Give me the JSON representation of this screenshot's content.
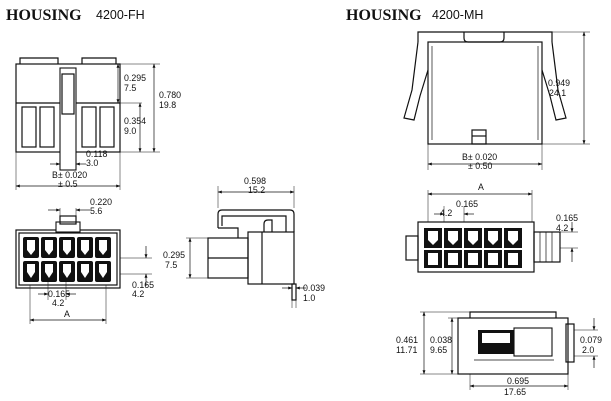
{
  "left": {
    "title": "HOUSING",
    "model": "4200-FH",
    "front_view": {
      "dim_top_in": "0.295",
      "dim_top_mm": "7.5",
      "dim_height_in": "0.780",
      "dim_height_mm": "19.8",
      "dim_mid_in": "0.354",
      "dim_mid_mm": "9.0",
      "dim_latch_in": "0.118",
      "dim_latch_mm": "3.0",
      "dim_width_in": "B± 0.020",
      "dim_width_mm": "± 0.5"
    },
    "bottom_view": {
      "dim_latch_in": "0.220",
      "dim_latch_mm": "5.6",
      "dim_pitch_in": "0.165",
      "dim_pitch_mm": "4.2",
      "dim_row_in": "0.165",
      "dim_row_mm": "4.2",
      "dim_a": "A"
    }
  },
  "middle": {
    "side_view": {
      "dim_length_in": "0.598",
      "dim_length_mm": "15.2",
      "dim_height_in": "0.295",
      "dim_height_mm": "7.5",
      "dim_pin_in": "0.039",
      "dim_pin_mm": "1.0"
    }
  },
  "right": {
    "title": "HOUSING",
    "model": "4200-MH",
    "front_view": {
      "dim_height_in": "0.949",
      "dim_height_mm": "24.1",
      "dim_width_in": "B± 0.020",
      "dim_width_mm": "± 0.50"
    },
    "top_view": {
      "dim_a": "A",
      "dim_pitch_in": "0.165",
      "dim_pitch_mm": "4.2",
      "dim_side_in": "0.165",
      "dim_side_mm": "4.2"
    },
    "side_view": {
      "dim_total_in": "0.461",
      "dim_total_mm": "11.71",
      "dim_inner_in": "0.038",
      "dim_inner_mm": "9.65",
      "dim_right_in": "0.079",
      "dim_right_mm": "2.0",
      "dim_length_in": "0.695",
      "dim_length_mm": "17.65"
    }
  }
}
